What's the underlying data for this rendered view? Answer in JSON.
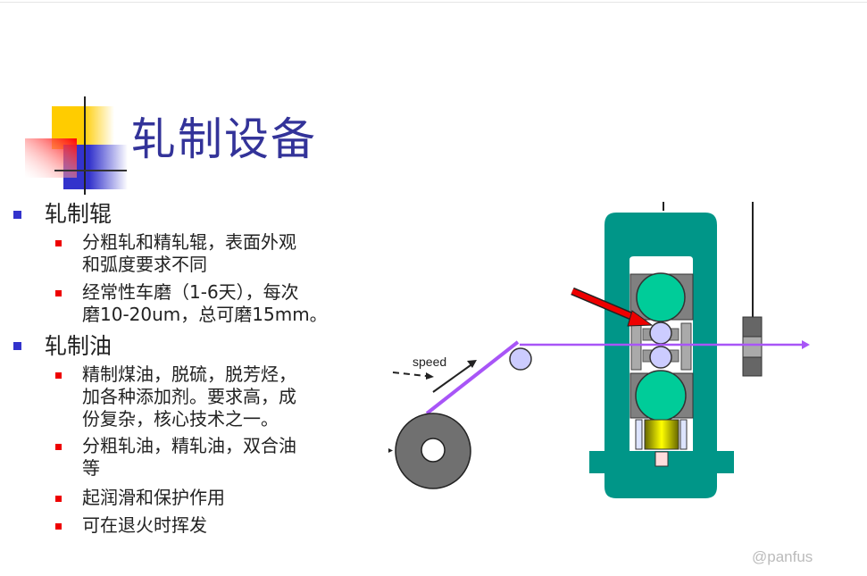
{
  "slide": {
    "title": "轧制设备",
    "sections": [
      {
        "heading": "轧制辊",
        "items": [
          {
            "lines": [
              "分粗轧和精轧辊，表面外观",
              "和弧度要求不同"
            ]
          },
          {
            "lines": [
              "经常性车磨（1-6天），每次",
              "磨10-20um，总可磨15mm。"
            ]
          }
        ]
      },
      {
        "heading": "轧制油",
        "items": [
          {
            "lines": [
              "精制煤油，脱硫，脱芳烃，",
              "加各种添加剂。要求高，成",
              "份复杂，核心技术之一。"
            ]
          },
          {
            "lines": [
              "分粗轧油，精轧油，双合油",
              "等"
            ]
          },
          {
            "lines": [
              "起润滑和保护作用"
            ]
          },
          {
            "lines": [
              "可在退火时挥发"
            ]
          }
        ]
      }
    ]
  },
  "diagram": {
    "speed_label": "speed",
    "colors": {
      "frame": "#009688",
      "work_roll": "#ccccff",
      "backup_roll": "#00cc99",
      "strip": "#a855f7",
      "arrow": "#ee0000"
    }
  },
  "watermark": "@panfus"
}
